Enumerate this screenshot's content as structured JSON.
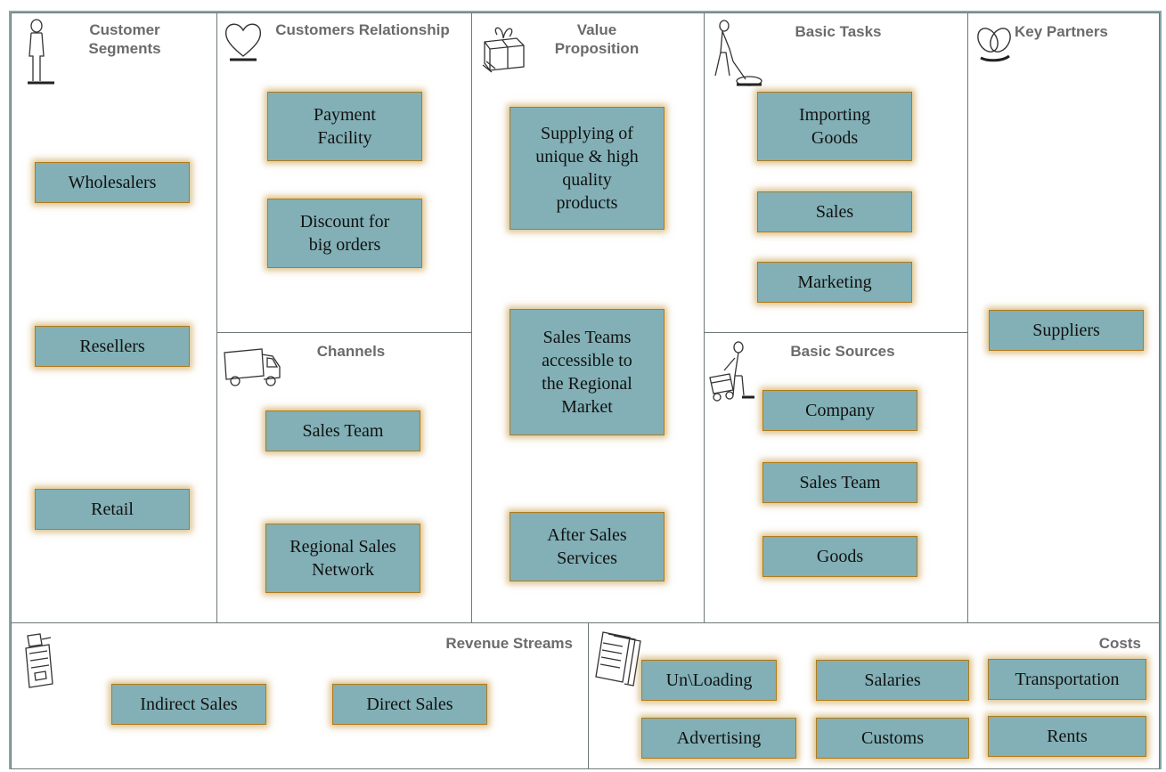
{
  "sections": {
    "customer_segments": {
      "title": "Customer\nSegments",
      "items": [
        "Wholesalers",
        "Resellers",
        "Retail"
      ]
    },
    "customer_relationship": {
      "title": "Customers Relationship",
      "items": [
        "Payment\nFacility",
        "Discount for\nbig orders"
      ]
    },
    "channels": {
      "title": "Channels",
      "items": [
        "Sales Team",
        "Regional Sales\nNetwork"
      ]
    },
    "value_proposition": {
      "title": "Value\nProposition",
      "items": [
        "Supplying of\nunique & high\nquality\nproducts",
        "Sales Teams\naccessible to\nthe Regional\nMarket",
        "After Sales\nServices"
      ]
    },
    "basic_tasks": {
      "title": "Basic Tasks",
      "items": [
        "Importing\nGoods",
        "Sales",
        "Marketing"
      ]
    },
    "basic_sources": {
      "title": "Basic Sources",
      "items": [
        "Company",
        "Sales Team",
        "Goods"
      ]
    },
    "key_partners": {
      "title": "Key Partners",
      "items": [
        "Suppliers"
      ]
    },
    "revenue_streams": {
      "title": "Revenue Streams",
      "items": [
        "Indirect Sales",
        "Direct Sales"
      ]
    },
    "costs": {
      "title": "Costs",
      "items": [
        "Un\\Loading",
        "Salaries",
        "Transportation",
        "Advertising",
        "Customs",
        "Rents"
      ]
    }
  },
  "icons": {
    "customer_segments": "standing-person-icon",
    "customer_relationship": "heart-icon",
    "channels": "truck-icon",
    "value_proposition": "gift-box-icon",
    "basic_tasks": "person-working-icon",
    "basic_sources": "person-with-cart-icon",
    "key_partners": "chain-links-icon",
    "revenue_streams": "cash-register-icon",
    "costs": "documents-icon"
  },
  "colors": {
    "card_fill": "#82b0b6",
    "card_border": "#b07a1a",
    "title_text": "#6b6b6b",
    "grid_line": "#6f7778"
  }
}
